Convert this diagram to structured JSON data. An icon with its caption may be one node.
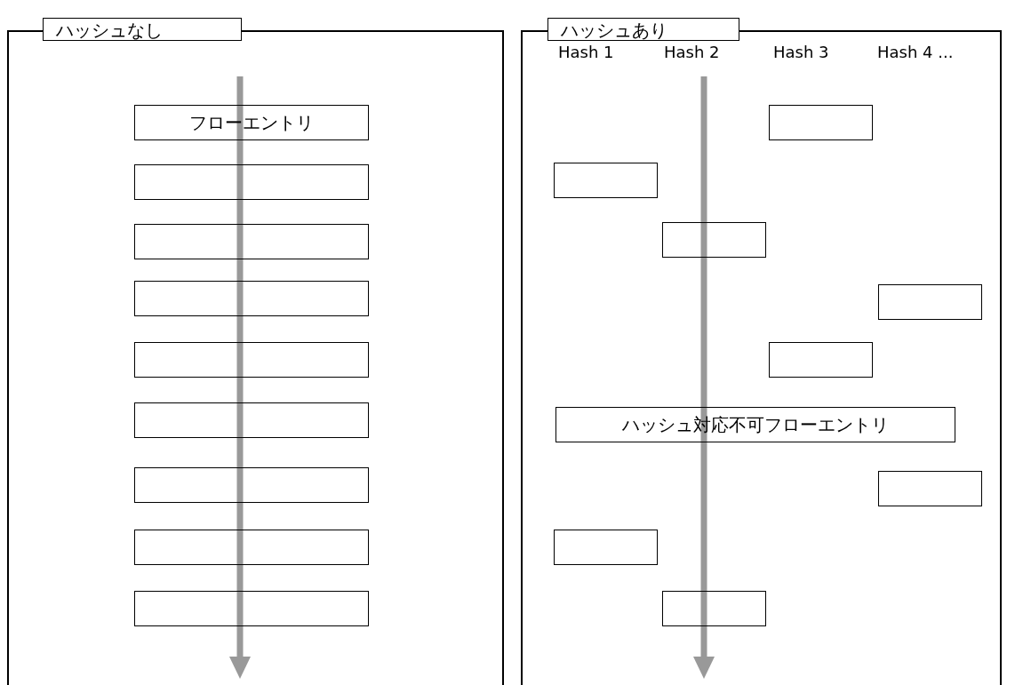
{
  "diagram": {
    "nodes": [
      {
        "text": [
          "ハッシュなし"
        ]
      },
      {
        "text": [
          "フローエントリ"
        ],
        "in": 0
      },
      {
        "text": [],
        "shape": "box",
        "in": 0
      },
      {
        "text": [],
        "shape": "box",
        "in": 0
      },
      {
        "text": [],
        "shape": "box",
        "in": 0
      },
      {
        "text": [],
        "shape": "box",
        "in": 0
      },
      {
        "text": [],
        "shape": "box",
        "in": 0
      },
      {
        "text": [],
        "shape": "box",
        "in": 0
      },
      {
        "text": [],
        "shape": "box",
        "in": 0
      },
      {
        "text": [],
        "shape": "box",
        "in": 0
      },
      {
        "text": [
          "ハッシュあり"
        ]
      },
      {
        "text": [],
        "shape": "box",
        "in": 10
      },
      {
        "text": [],
        "shape": "box",
        "in": 10
      },
      {
        "text": [],
        "shape": "box",
        "in": 10
      },
      {
        "text": [],
        "shape": "box",
        "in": 10
      },
      {
        "text": [],
        "shape": "box",
        "in": 10
      },
      {
        "text": [
          "ハッシュ対応不可フローエントリ"
        ],
        "in": 10
      },
      {
        "text": [],
        "shape": "box",
        "in": 10
      },
      {
        "text": [],
        "shape": "box",
        "in": 10
      },
      {
        "text": [],
        "shape": "box",
        "in": 10
      }
    ],
    "edges": [],
    "labels": [
      "Hash 1",
      "Hash 2",
      "Hash 3",
      "Hash 4 ..."
    ]
  }
}
